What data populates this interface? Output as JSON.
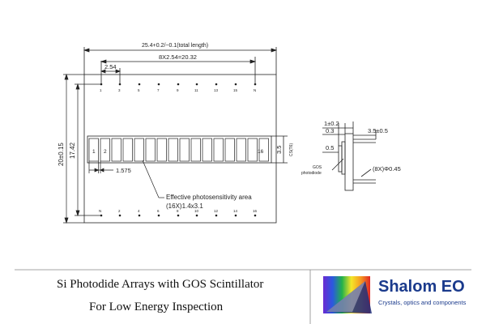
{
  "drawing": {
    "top_view": {
      "total_length_label": "25.4+0.2/−0.1(total length)",
      "span_label": "8X2.54=20.32",
      "pitch_label": "2.54",
      "top_pins": [
        "1",
        "3",
        "5",
        "7",
        "9",
        "11",
        "13",
        "15",
        "N"
      ],
      "bottom_pins": [
        "N",
        "2",
        "4",
        "6",
        "8",
        "10",
        "12",
        "14",
        "16"
      ],
      "height_label": "20±0.15",
      "inner_height_label": "17.42",
      "element_pitch_label": "1.575",
      "element_height_label": "3.5",
      "cs_label": "CS(T6)",
      "first_elements": [
        "1",
        "2"
      ],
      "last_element": "16",
      "note_line1": "Effective photosensitivity area",
      "note_line2": "(16X)1.4x3.1"
    },
    "side_view": {
      "thickness_label": "1±0.2",
      "gap_label": "0.3",
      "offset_label": "0.5",
      "lead_length_label": "3.5±0.5",
      "lead_dia_label": "(8X)Φ0.45",
      "gos_label": "GOS",
      "photodiode_label": "photodiode"
    }
  },
  "footer": {
    "caption_line1": "Si Photodide Arrays with  GOS Scintillator",
    "caption_line2": "For  Low  Energy Inspection",
    "brand": "Shalom EO",
    "tagline": "Crystals, optics and components"
  }
}
